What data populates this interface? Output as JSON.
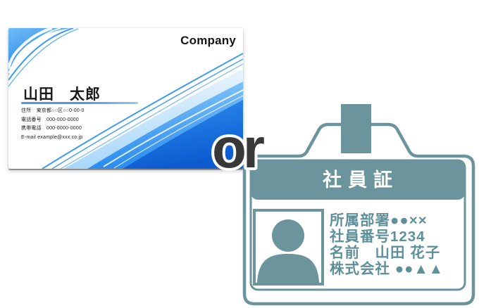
{
  "business_card": {
    "company_label": "Company",
    "name": "山田　太郎",
    "contact_lines": [
      "住所　東京都○○区○○0-00-0",
      "電話番号　000-000-0000",
      "携帯電話　000-0000-0000",
      "E-mail example@xxx.co.jp"
    ]
  },
  "separator": {
    "label": "or"
  },
  "id_badge": {
    "title": "社員証",
    "info_lines": [
      "所属部署●●××",
      "社員番号1234",
      "名前　山田 花子",
      "株式会社 ●●▲▲"
    ]
  },
  "colors": {
    "badge_teal": "#6B949C",
    "badge_text": "#5E909A",
    "card_blue_deep": "#0D5ED2",
    "card_blue": "#2287EF",
    "card_blue_light": "#9FD2FA",
    "underline_blue": "#5B9FE0",
    "or_text": "#383838"
  },
  "icons": {
    "person": "person-silhouette-icon"
  }
}
